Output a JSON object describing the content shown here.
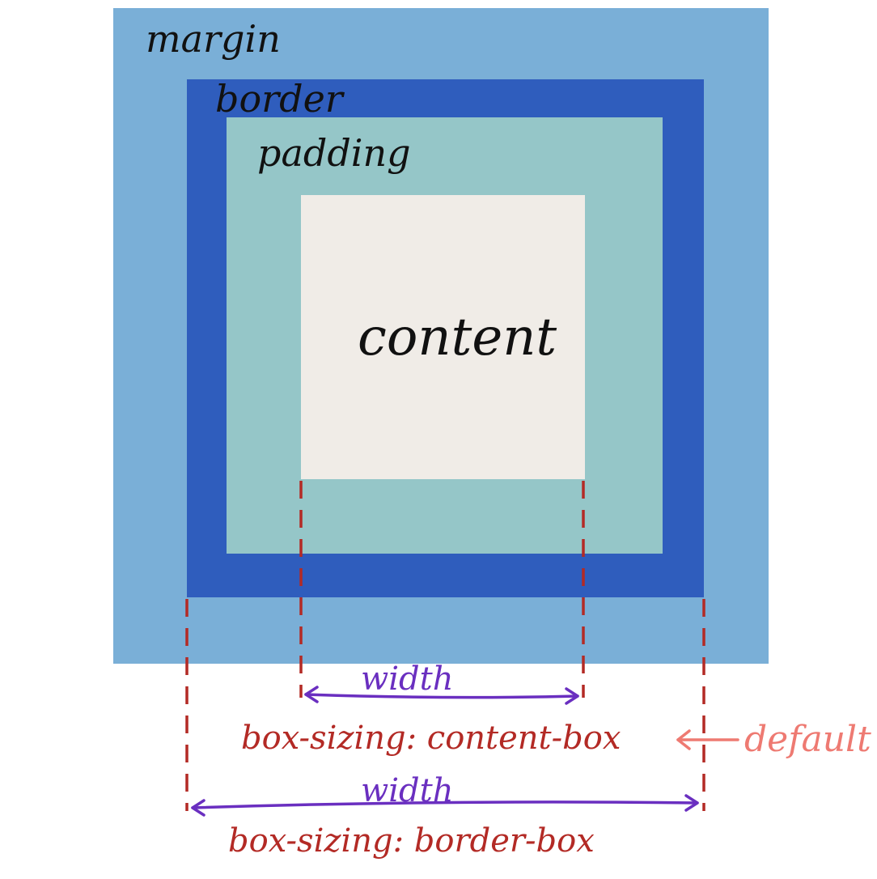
{
  "labels": {
    "margin": "margin",
    "border": "border",
    "padding": "padding",
    "content": "content",
    "width_content": "width",
    "width_border": "width",
    "sizing_content": "box-sizing: content-box",
    "sizing_border": "box-sizing: border-box",
    "default": "default"
  },
  "colors": {
    "margin": "#7aafd7",
    "border": "#2f5dbd",
    "padding": "#95c6c8",
    "content": "#f0ece7",
    "guide": "#b32a25",
    "width_arrow": "#6a2fc0",
    "sizing_text": "#b32a25",
    "default_text": "#ee7a72"
  }
}
